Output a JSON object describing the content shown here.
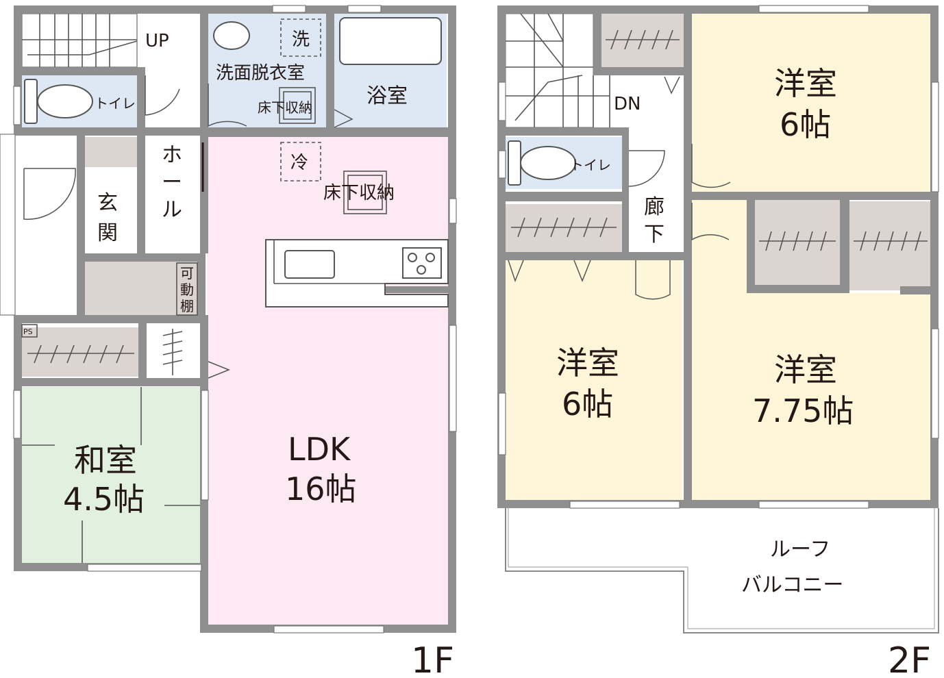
{
  "colors": {
    "wall": "#8f8f8f",
    "ldk": "#fde9f1",
    "washitsu": "#e2f0e0",
    "youshitsu": "#fdf6d8",
    "wet_area": "#dde8f4",
    "storage": "#dcd4d0",
    "plain": "#ffffff",
    "text": "#231815"
  },
  "floor1": {
    "floor_label": "1F",
    "stairs_label": "UP",
    "toilet": "トイレ",
    "washroom": "洗面脱衣室",
    "washer": "洗",
    "underfloor_storage_wash": "床下収納",
    "bath": "浴室",
    "hall": [
      "ホ",
      "ー",
      "ル"
    ],
    "genkan": [
      "玄",
      "関"
    ],
    "movable_shelf": [
      "可",
      "動",
      "棚"
    ],
    "fridge": "冷",
    "underfloor_storage_ldk": "床下収納",
    "ps": "PS",
    "washitsu_name": "和室",
    "washitsu_size": "4.5帖",
    "ldk_name": "LDK",
    "ldk_size": "16帖"
  },
  "floor2": {
    "floor_label": "2F",
    "stairs_label": "DN",
    "toilet": "トイレ",
    "corridor": [
      "廊",
      "下"
    ],
    "room_ne_name": "洋室",
    "room_ne_size": "6帖",
    "room_sw_name": "洋室",
    "room_sw_size": "6帖",
    "room_se_name": "洋室",
    "room_se_size": "7.75帖",
    "roof_balcony": [
      "ルーフ",
      "バルコニー"
    ]
  }
}
